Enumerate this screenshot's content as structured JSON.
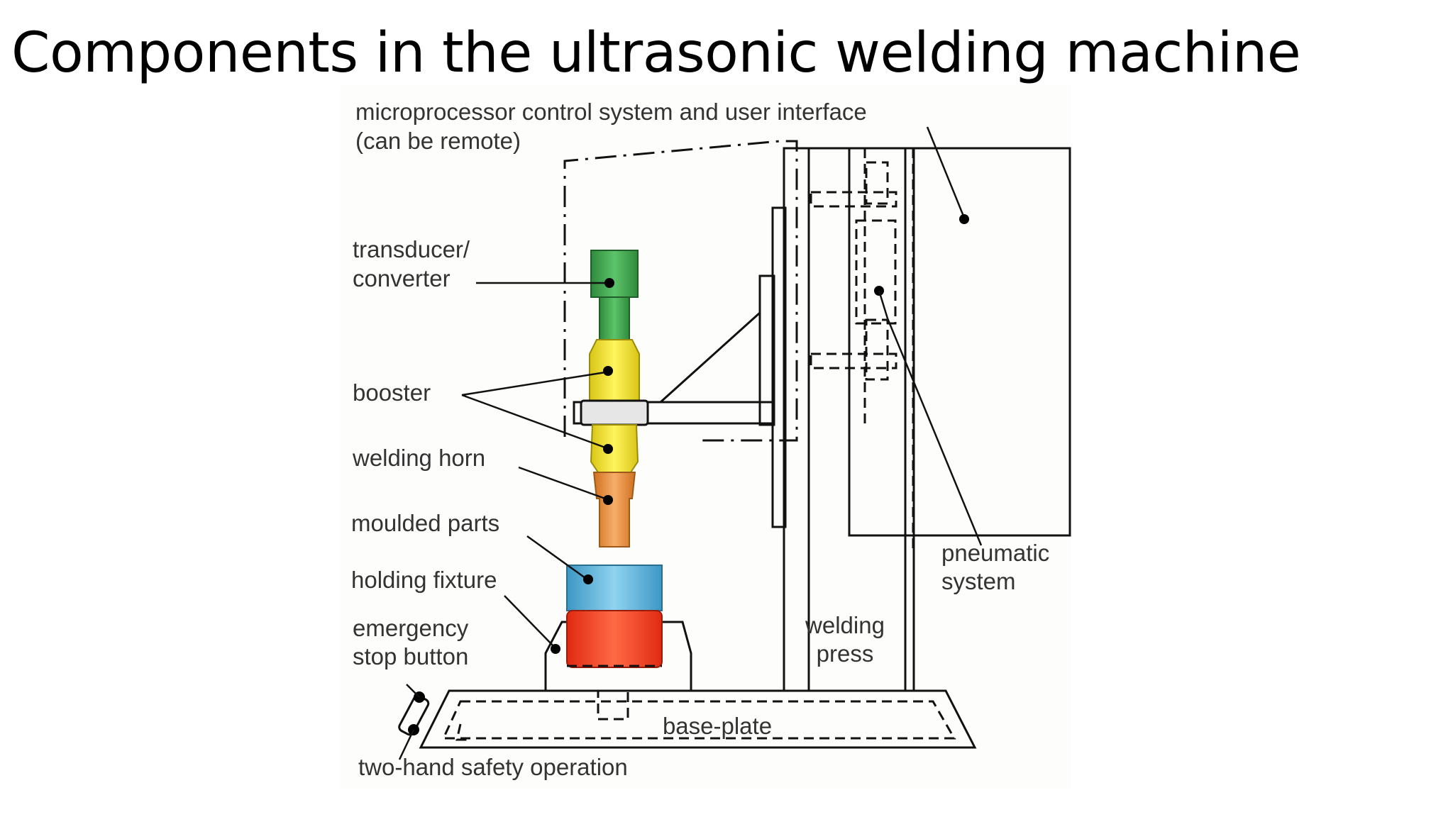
{
  "title": "Components in the ultrasonic welding machine",
  "colors": {
    "transducer": "#3aa047",
    "booster": "#f2e024",
    "horn": "#e88a35",
    "moulded_parts": "#55b0db",
    "holding_fixture": "#f03c20"
  },
  "diagram": {
    "labels": {
      "control_line1": "microprocessor control system and user interface",
      "control_line2": "(can be remote)",
      "transducer_line1": "transducer/",
      "transducer_line2": "converter",
      "booster": "booster",
      "welding_horn": "welding horn",
      "moulded_parts": "moulded parts",
      "holding_fixture": "holding fixture",
      "emergency_line1": "emergency",
      "emergency_line2": "stop button",
      "pneumatic_line1": "pneumatic",
      "pneumatic_line2": "system",
      "press_line1": "welding",
      "press_line2": "press",
      "base_plate": "base-plate",
      "two_hand": "two-hand safety operation"
    }
  }
}
